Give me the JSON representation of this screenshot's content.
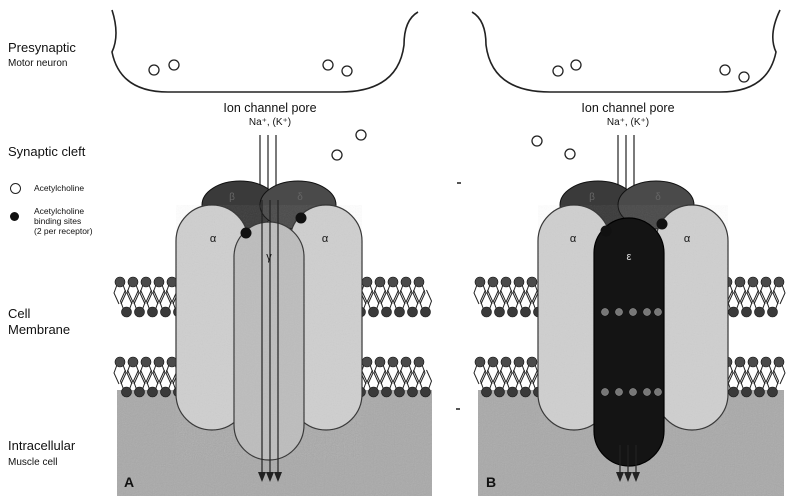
{
  "labels": {
    "presynaptic": "Presynaptic",
    "motor_neuron": "Motor neuron",
    "synaptic_cleft": "Synaptic cleft",
    "cell": "Cell",
    "membrane": "Membrane",
    "intracellular": "Intracellular",
    "muscle_cell": "Muscle cell"
  },
  "legend": {
    "acetylcholine": "Acetylcholine",
    "binding_sites_line1": "Acetylcholine",
    "binding_sites_line2": "binding sites",
    "binding_sites_line3": "(2 per receptor)"
  },
  "panels": {
    "a": {
      "letter": "A",
      "pore_label": "Ion channel pore",
      "ions_label": "Na⁺, (K⁺)",
      "subunits": {
        "alpha_left": "α",
        "alpha_right": "α",
        "center": "γ",
        "back_left": "β",
        "back_right": "δ"
      }
    },
    "b": {
      "letter": "B",
      "pore_label": "Ion channel pore",
      "ions_label": "Na⁺, (K⁺)",
      "subunits": {
        "alpha_left": "α",
        "alpha_right": "α",
        "center": "ε",
        "back_left": "β",
        "back_right": "δ"
      }
    }
  },
  "colors": {
    "intracellular": "#a9a9a9",
    "subunit_light": "#cfcfcf",
    "subunit_dark": "#141414",
    "back_subunit": "#3a3a3a",
    "lipid_head": "#555555"
  }
}
